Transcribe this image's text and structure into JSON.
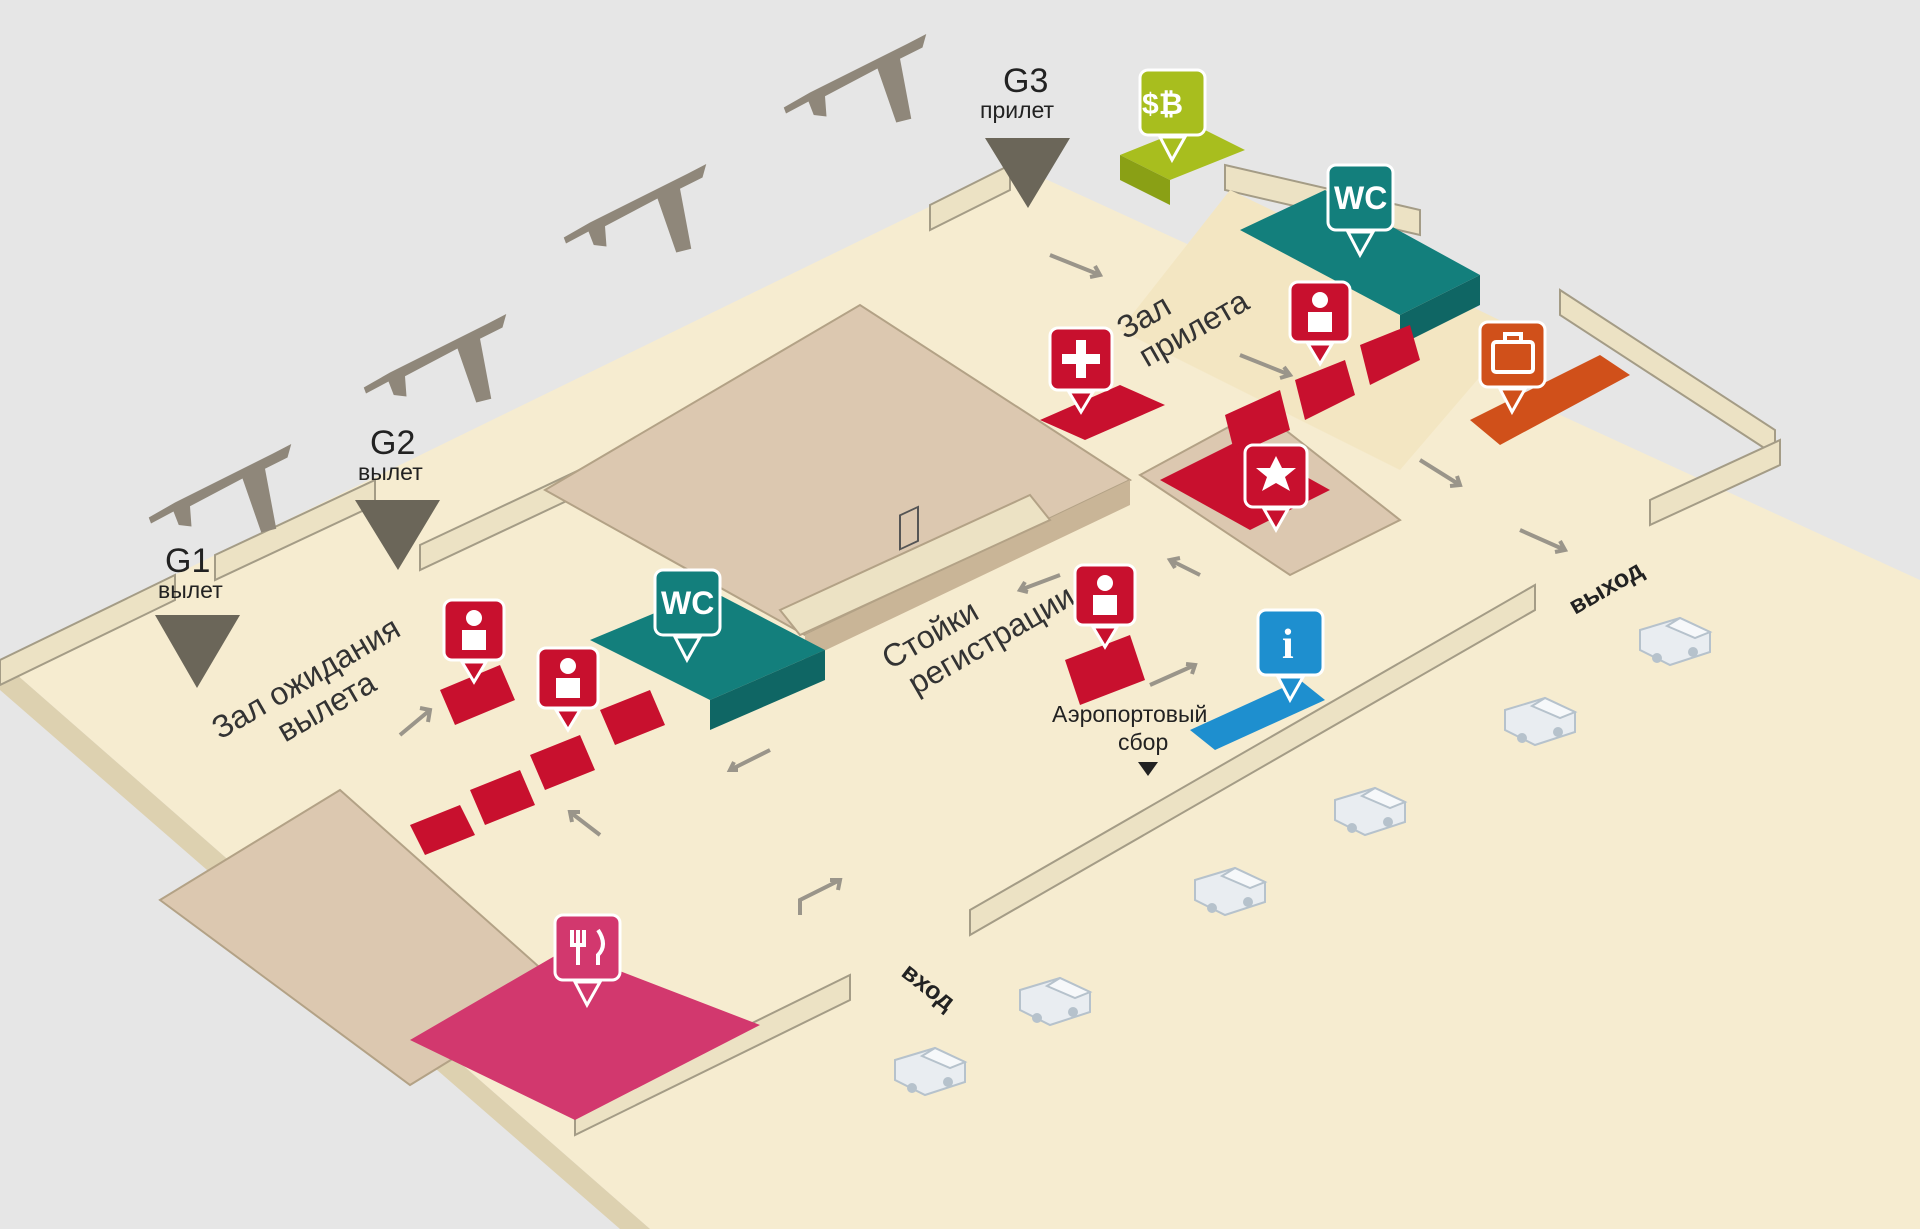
{
  "map": {
    "gates": [
      {
        "code": "G1",
        "label": "вылет"
      },
      {
        "code": "G2",
        "label": "вылет"
      },
      {
        "code": "G3",
        "label": "прилет"
      }
    ],
    "zones": {
      "departure_hall_line1": "Зал ожидания",
      "departure_hall_line2": "вылета",
      "arrival_hall_line1": "Зал",
      "arrival_hall_line2": "прилета",
      "checkin_line1": "Стойки",
      "checkin_line2": "регистрации",
      "airport_fee_line1": "Аэропортовый",
      "airport_fee_line2": "сбор"
    },
    "entrance": "вход",
    "exit": "выход",
    "icon_labels": {
      "wc": "WC",
      "info": "i",
      "currency": "$₿"
    },
    "colors": {
      "background": "#e6e6e6",
      "floor": "#f6ecd0",
      "wall": "#ece2c4",
      "wall_dark": "#8e8878",
      "block": "#dcc8b0",
      "red": "#c8102e",
      "teal": "#137f7c",
      "magenta": "#d2386e",
      "orange": "#d0501a",
      "lime": "#a8be1e",
      "blue": "#1e8fcf",
      "plane": "#8f877a"
    }
  }
}
